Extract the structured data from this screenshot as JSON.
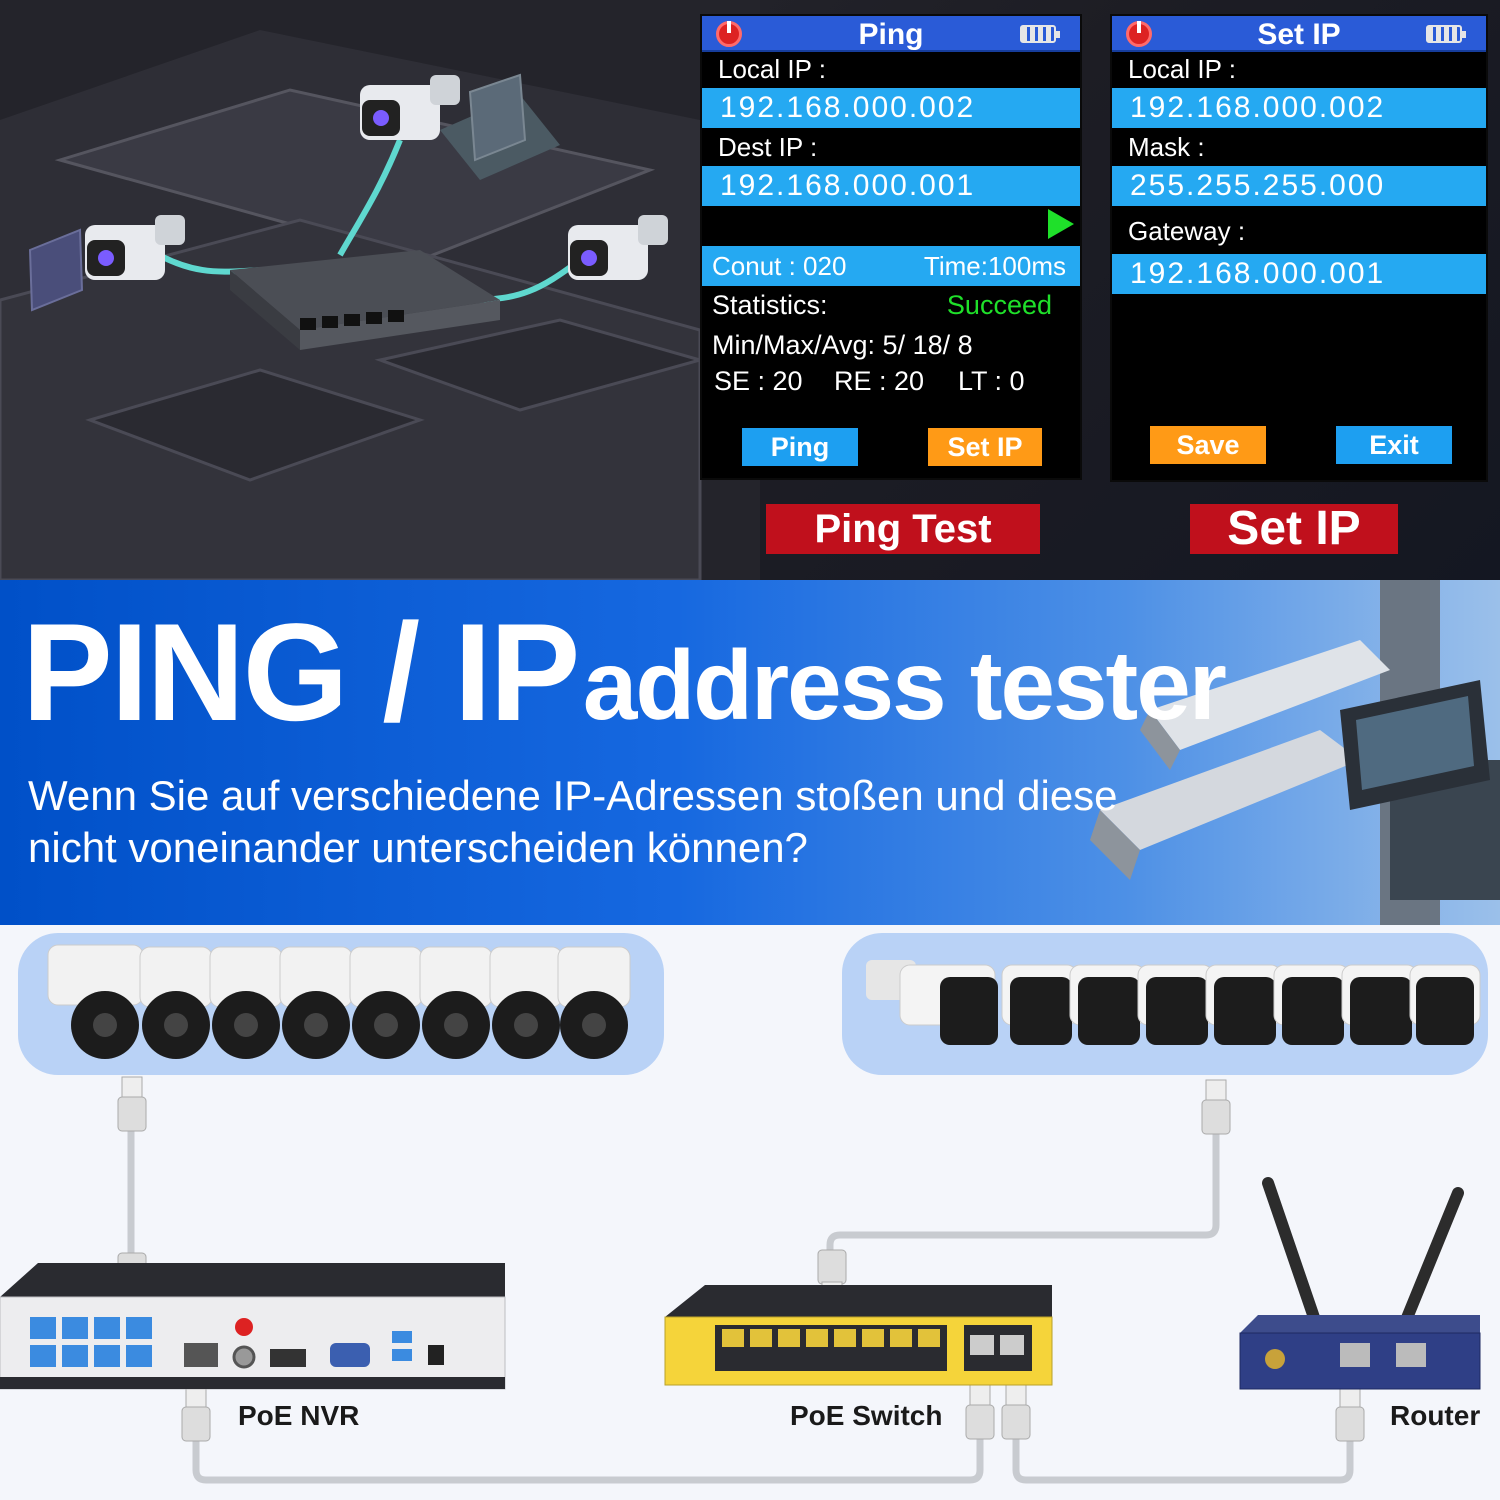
{
  "ping_screen": {
    "title": "Ping",
    "local_ip_label": "Local IP :",
    "local_ip_value": "192.168.000.002",
    "dest_ip_label": "Dest IP :",
    "dest_ip_value": "192.168.000.001",
    "count": "Conut : 020",
    "time": "Time:100ms",
    "statistics_label": "Statistics:",
    "statistics_status": "Succeed",
    "min_max_avg": "Min/Max/Avg: 5/ 18/ 8",
    "se": "SE : 20",
    "re": "RE : 20",
    "lt": "LT : 0",
    "btn_ping": "Ping",
    "btn_setip": "Set IP"
  },
  "setip_screen": {
    "title": "Set IP",
    "local_ip_label": "Local IP :",
    "local_ip_value": "192.168.000.002",
    "mask_label": "Mask :",
    "mask_value": "255.255.255.000",
    "gateway_label": "Gateway :",
    "gateway_value": "192.168.000.001",
    "btn_save": "Save",
    "btn_exit": "Exit"
  },
  "labels": {
    "ping_test": "Ping Test",
    "set_ip": "Set IP"
  },
  "banner": {
    "headline_big": "PING / IP",
    "headline_small": "address tester",
    "subline_1": "Wenn Sie auf verschiedene IP-Adressen stoßen und diese",
    "subline_2": "nicht voneinander unterscheiden können?"
  },
  "devices": {
    "nvr": "PoE NVR",
    "switch": "PoE Switch",
    "router": "Router"
  },
  "colors": {
    "screen_header": "#2a5bd7",
    "field_blue": "#25a9f2",
    "button_orange": "#ff9a16",
    "succeed_green": "#1fe02a",
    "label_red": "#c0101c"
  }
}
